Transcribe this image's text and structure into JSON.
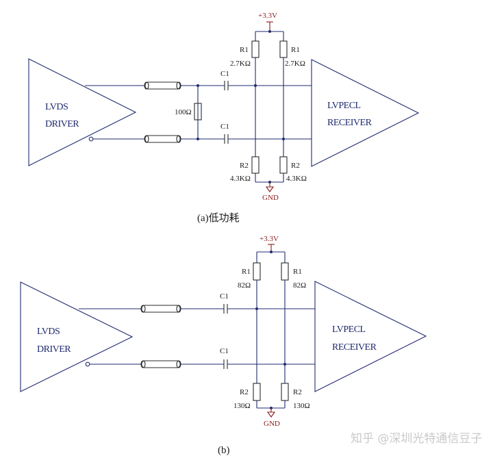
{
  "diagram_a": {
    "caption": "(a)低功耗",
    "driver": [
      "LVDS",
      "DRIVER"
    ],
    "receiver": [
      "LVPECL",
      "RECEIVER"
    ],
    "supply": "+3.3V",
    "ground": "GND",
    "r1_name": "R1",
    "r1_value": "2.7KΩ",
    "r2_name": "R2",
    "r2_value": "4.3KΩ",
    "cap_name": "C1",
    "term_value": "100Ω"
  },
  "diagram_b": {
    "caption": "(b)",
    "driver": [
      "LVDS",
      "DRIVER"
    ],
    "receiver": [
      "LVPECL",
      "RECEIVER"
    ],
    "supply": "+3.3V",
    "ground": "GND",
    "r1_name": "R1",
    "r1_value": "82Ω",
    "r2_name": "R2",
    "r2_value": "130Ω",
    "cap_name": "C1"
  },
  "watermark": "知乎 @深圳光特通信豆子",
  "colors": {
    "wire": "#1f2a6e",
    "power": "#8b1a1a",
    "component": "#2a2a2a"
  }
}
